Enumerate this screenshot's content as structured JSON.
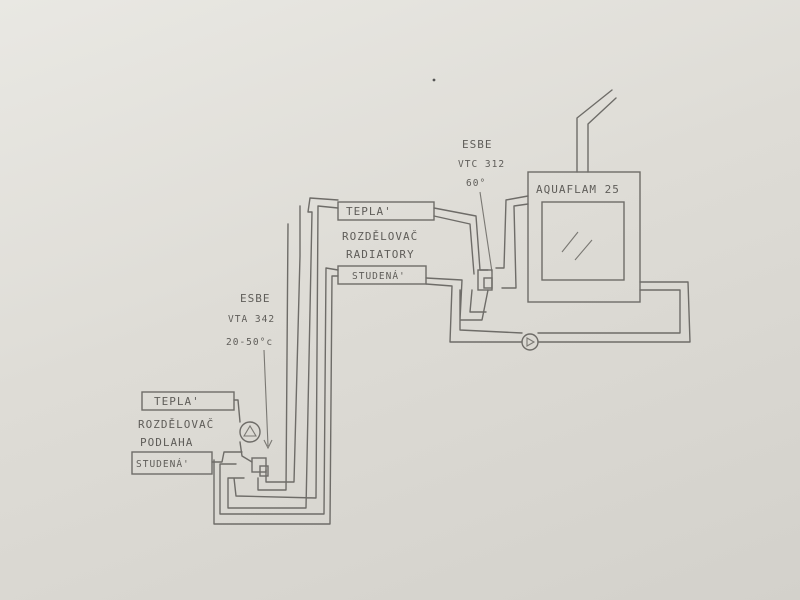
{
  "esbe_top": {
    "brand": "ESBE",
    "model": "VTC 312",
    "temp": "60°"
  },
  "esbe_left": {
    "brand": "ESBE",
    "model": "VTA 342",
    "temp": "20-50°c"
  },
  "boiler": {
    "name": "AQUAFLAM 25"
  },
  "radiator_manifold": {
    "hot": "TEPLA'",
    "title_line1": "ROZDĚLOVAČ",
    "title_line2": "RADIATORY",
    "cold": "STUDENÁ'"
  },
  "floor_manifold": {
    "hot": "TEPLA'",
    "title_line1": "ROZDĚLOVAČ",
    "title_line2": "PODLAHA",
    "cold": "STUDENÁ'"
  },
  "icons": [
    "pump-icon",
    "pump-icon",
    "mixing-valve-icon"
  ]
}
